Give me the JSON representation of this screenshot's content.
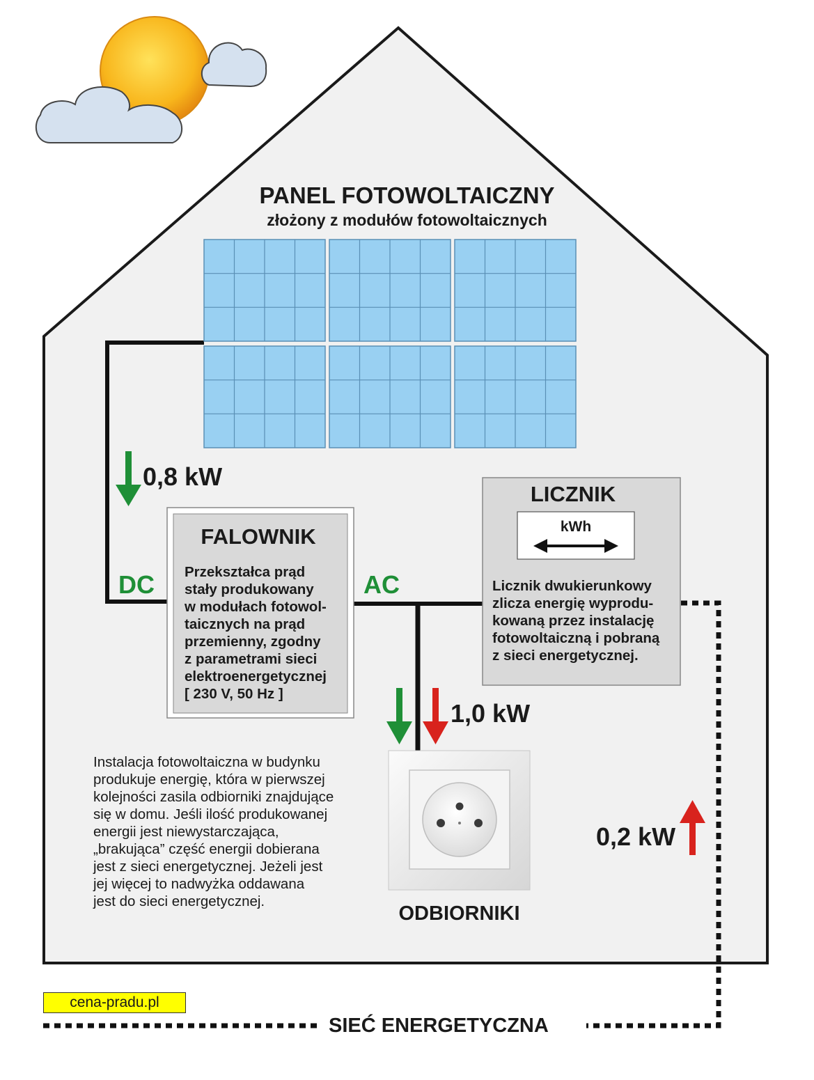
{
  "panel": {
    "title": "PANEL FOTOWOLTAICZNY",
    "subtitle": "złożony z modułów fotowoltaicznych"
  },
  "flows": {
    "dc_power": "0,8 kW",
    "load_power": "1,0 kW",
    "grid_power": "0,2 kW",
    "dc_label": "DC",
    "ac_label": "AC"
  },
  "inverter": {
    "title": "FALOWNIK",
    "description": "Przekształca prąd\nstały produkowany\nw modułach fotowol-\ntaicznych na prąd\nprzemienny, zgodny\nz parametrami sieci\nelektroenergetycznej\n[ 230 V, 50 Hz ]"
  },
  "meter": {
    "title": "LICZNIK",
    "unit": "kWh",
    "description": "Licznik dwukierunkowy\nzlicza energię wyprodu-\nkowaną przez instalację\nfotowoltaiczną i pobraną\nz sieci energetycznej."
  },
  "info_text": "Instalacja fotowoltaiczna w budynku\nprodukuje energię, która w pierwszej\nkolejności zasila odbiorniki znajdujące\nsię w domu. Jeśli ilość produkowanej\nenergii jest niewystarczająca,\n„brakująca” część energii dobierana\njest z sieci energetycznej. Jeżeli jest\njej więcej to nadwyżka oddawana\njest do sieci energetycznej.",
  "loads_label": "ODBIORNIKI",
  "grid_label": "SIEĆ ENERGETYCZNA",
  "website": "cena-pradu.pl",
  "colors": {
    "house_fill": "#f1f1f1",
    "box_fill": "#d9d9d9",
    "panel_cell": "#99d0f2",
    "panel_grid": "#5a8fb5",
    "green_arrow": "#1f8f37",
    "red_arrow": "#d8231d",
    "sun": "#f6b21b",
    "cloud": "#d5e1ef",
    "label_bg": "#ffff00"
  },
  "icons": [
    "sun-icon",
    "cloud-icon",
    "power-socket-icon",
    "double-arrow-icon"
  ]
}
